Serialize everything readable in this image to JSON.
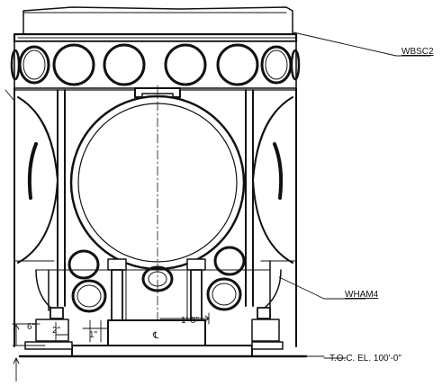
{
  "drawing": {
    "callouts": {
      "wbsc2": "WBSC2",
      "wham4": "WHAM4",
      "toc_elevation": "T.O.C. EL. 100'-0\""
    },
    "dimensions": {
      "d6": "6\"",
      "d2": "2\"",
      "d1": "1\"",
      "d_18": "1'-8\"",
      "centerline": "℄"
    },
    "colors": {
      "ink": "#111111",
      "paper": "#ffffff"
    }
  }
}
